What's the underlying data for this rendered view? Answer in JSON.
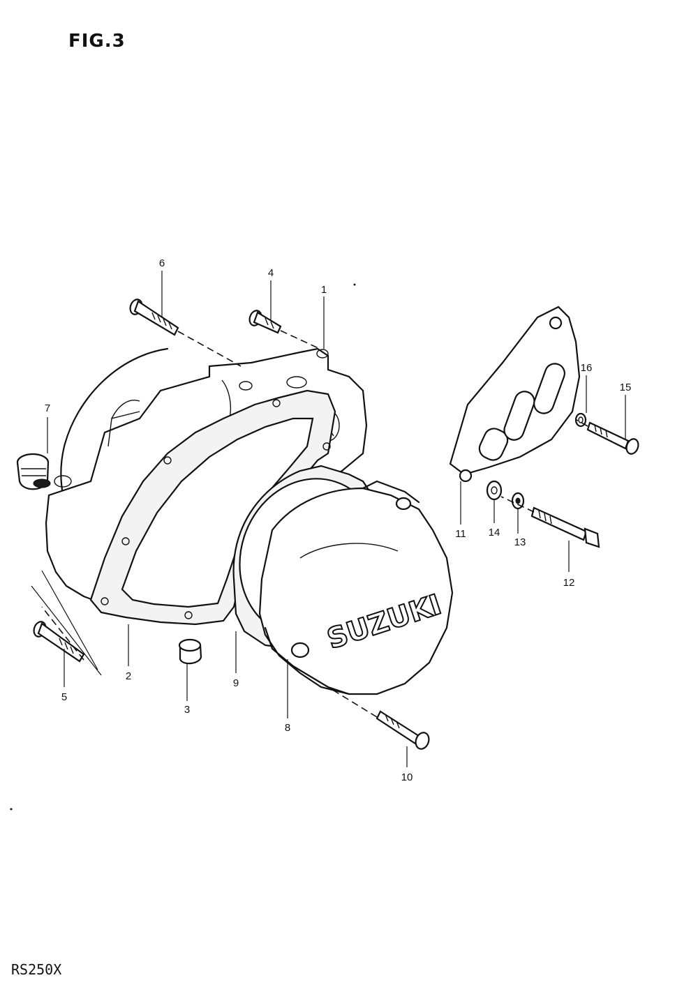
{
  "figure_title": "FIG.3",
  "model_code": "RS250X",
  "cover_brand_text": "SUZUKI",
  "callouts": [
    "1",
    "2",
    "3",
    "4",
    "5",
    "6",
    "7",
    "8",
    "9",
    "10",
    "11",
    "12",
    "13",
    "14",
    "15",
    "16"
  ]
}
